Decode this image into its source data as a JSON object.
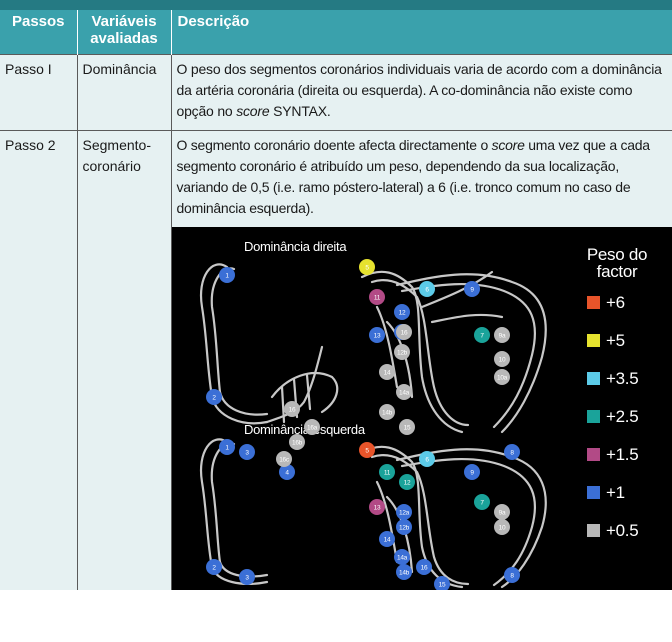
{
  "table": {
    "headers": {
      "passos": "Passos",
      "variaveis": "Variáveis avaliadas",
      "descricao": "Descrição"
    },
    "rows": [
      {
        "passo": "Passo I",
        "variavel": "Dominância",
        "descricao_parts": [
          "O peso dos segmentos coronários individuais varia de acordo com a dominância da artéria coronária (direita ou esquerda). A co-dominância não existe como opção no ",
          "score",
          " SYNTAX."
        ]
      },
      {
        "passo": "Passo 2",
        "variavel": "Segmento-coronário",
        "descricao_parts": [
          "O segmento coronário doente afecta directamente o ",
          "score",
          " uma vez que a cada segmento coronário é atribuído um peso, dependendo da sua localização, variando de 0,5 (i.e. ramo póstero-lateral) a 6 (i.e. tronco comum no caso de dominância esquerda)."
        ]
      }
    ]
  },
  "figure": {
    "label_direita": "Dominância direita",
    "label_esquerda": "Dominância esquerda",
    "legend_title_1": "Peso do",
    "legend_title_2": "factor",
    "legend": [
      {
        "label": "+6",
        "color": "#e8542a"
      },
      {
        "label": "+5",
        "color": "#e6e22e"
      },
      {
        "label": "+3.5",
        "color": "#5ccbe8"
      },
      {
        "label": "+2.5",
        "color": "#1aa39a"
      },
      {
        "label": "+1.5",
        "color": "#b24a86"
      },
      {
        "label": "+1",
        "color": "#3b6fd6"
      },
      {
        "label": "+0.5",
        "color": "#b8b8b8"
      }
    ],
    "markers_direita": [
      {
        "n": "1",
        "c": "#3b6fd6"
      },
      {
        "n": "2",
        "c": "#3b6fd6"
      },
      {
        "n": "3",
        "c": "#3b6fd6"
      },
      {
        "n": "4",
        "c": "#3b6fd6"
      },
      {
        "n": "16",
        "c": "#b8b8b8"
      },
      {
        "n": "16a",
        "c": "#b8b8b8"
      },
      {
        "n": "16b",
        "c": "#b8b8b8"
      },
      {
        "n": "16c",
        "c": "#b8b8b8"
      },
      {
        "n": "5",
        "c": "#e6e22e"
      },
      {
        "n": "6",
        "c": "#5ccbe8"
      },
      {
        "n": "7",
        "c": "#1aa39a"
      },
      {
        "n": "8",
        "c": "#3b6fd6"
      },
      {
        "n": "9",
        "c": "#3b6fd6"
      },
      {
        "n": "9a",
        "c": "#b8b8b8"
      },
      {
        "n": "10",
        "c": "#b8b8b8"
      },
      {
        "n": "10a",
        "c": "#b8b8b8"
      },
      {
        "n": "11",
        "c": "#b24a86"
      },
      {
        "n": "12",
        "c": "#3b6fd6"
      },
      {
        "n": "12a",
        "c": "#3b6fd6"
      },
      {
        "n": "12b",
        "c": "#b8b8b8"
      },
      {
        "n": "13",
        "c": "#3b6fd6"
      },
      {
        "n": "14",
        "c": "#b8b8b8"
      },
      {
        "n": "14a",
        "c": "#b8b8b8"
      },
      {
        "n": "14b",
        "c": "#b8b8b8"
      },
      {
        "n": "15",
        "c": "#b8b8b8"
      },
      {
        "n": "16",
        "c": "#b8b8b8"
      }
    ],
    "markers_esquerda": [
      {
        "n": "1",
        "c": "#3b6fd6"
      },
      {
        "n": "2",
        "c": "#3b6fd6"
      },
      {
        "n": "3",
        "c": "#3b6fd6"
      },
      {
        "n": "5",
        "c": "#e8542a"
      },
      {
        "n": "6",
        "c": "#5ccbe8"
      },
      {
        "n": "7",
        "c": "#1aa39a"
      },
      {
        "n": "8",
        "c": "#3b6fd6"
      },
      {
        "n": "9",
        "c": "#3b6fd6"
      },
      {
        "n": "9a",
        "c": "#b8b8b8"
      },
      {
        "n": "10",
        "c": "#b8b8b8"
      },
      {
        "n": "11",
        "c": "#1aa39a"
      },
      {
        "n": "12",
        "c": "#1aa39a"
      },
      {
        "n": "12a",
        "c": "#3b6fd6"
      },
      {
        "n": "12b",
        "c": "#3b6fd6"
      },
      {
        "n": "13",
        "c": "#b24a86"
      },
      {
        "n": "14",
        "c": "#3b6fd6"
      },
      {
        "n": "14a",
        "c": "#3b6fd6"
      },
      {
        "n": "14b",
        "c": "#3b6fd6"
      },
      {
        "n": "15",
        "c": "#3b6fd6"
      },
      {
        "n": "16",
        "c": "#3b6fd6"
      }
    ]
  }
}
